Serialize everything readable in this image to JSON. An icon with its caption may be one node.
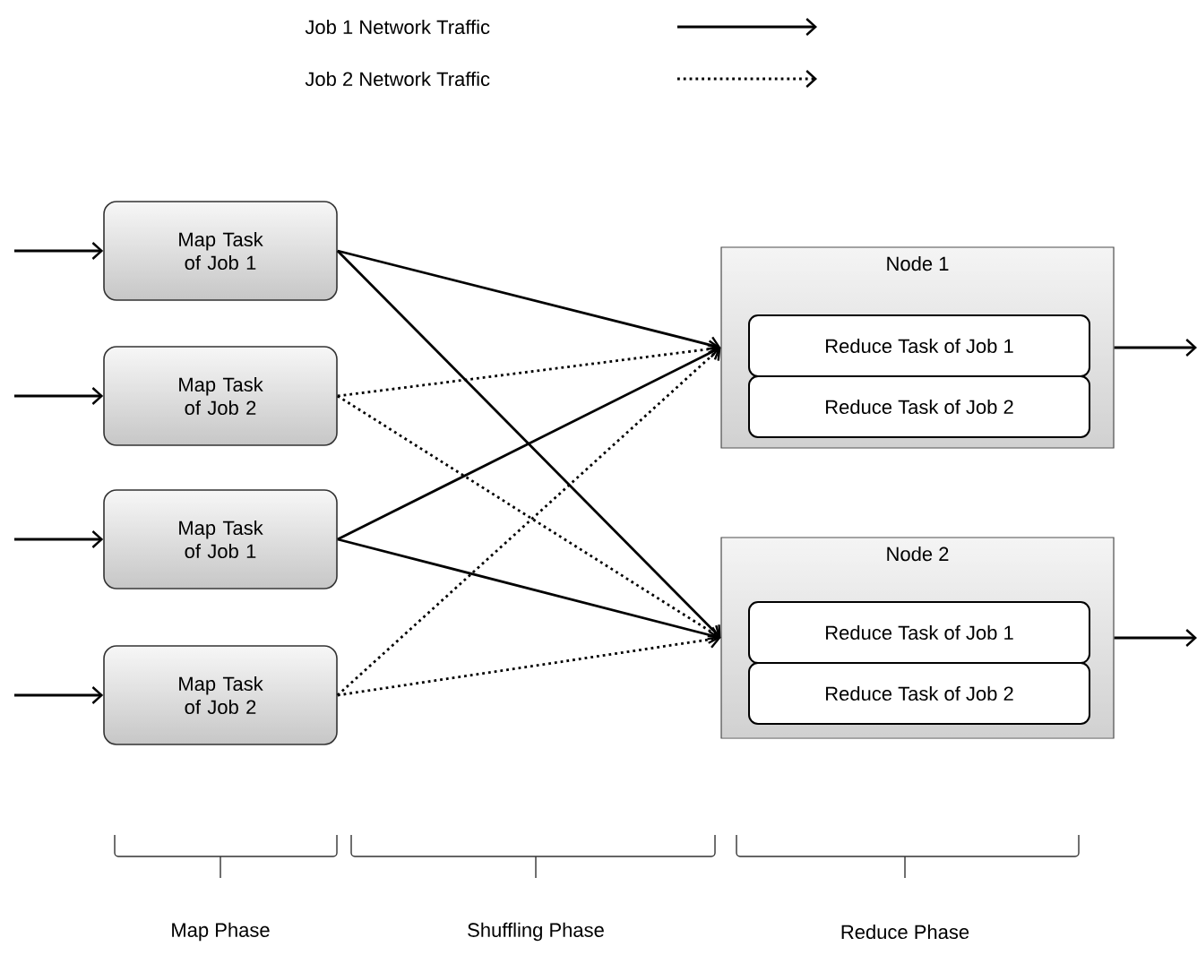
{
  "diagram": {
    "nodes": [
      {
        "text": [
          "Map Task of Job 1"
        ]
      },
      {
        "text": [
          "Map Task of Job 2"
        ]
      },
      {
        "text": [
          "Map Task of Job 1"
        ]
      },
      {
        "text": [
          "Map Task of Job 2"
        ]
      },
      {
        "text": [
          "Node 1"
        ]
      },
      {
        "text": [
          "Reduce Task of Job 1"
        ],
        "in": 4
      },
      {
        "text": [
          "Reduce Task of Job 2"
        ],
        "in": 4
      },
      {
        "text": [
          "Node 2"
        ]
      },
      {
        "text": [
          "Reduce Task of Job 1"
        ],
        "in": 7
      },
      {
        "text": [
          "Reduce Task of Job 2"
        ],
        "in": 7
      }
    ],
    "edges": [
      {
        "from": null,
        "to": 0,
        "arrow": "to"
      },
      {
        "from": null,
        "to": 1,
        "arrow": "to"
      },
      {
        "from": null,
        "to": 2,
        "arrow": "to"
      },
      {
        "from": null,
        "to": 3,
        "arrow": "to"
      },
      {
        "from": 0,
        "to": 4,
        "arrow": "to"
      },
      {
        "from": 0,
        "to": 7,
        "arrow": "to"
      },
      {
        "from": 1,
        "to": 4,
        "arrow": "to",
        "style": "dashed"
      },
      {
        "from": 1,
        "to": 7,
        "arrow": "to",
        "style": "dashed"
      },
      {
        "from": 2,
        "to": 4,
        "arrow": "to"
      },
      {
        "from": 2,
        "to": 7,
        "arrow": "to"
      },
      {
        "from": 3,
        "to": 4,
        "arrow": "to",
        "style": "dashed"
      },
      {
        "from": 3,
        "to": 7,
        "arrow": "to",
        "style": "dashed"
      },
      {
        "from": 4,
        "to": null,
        "arrow": "to"
      },
      {
        "from": 7,
        "to": null,
        "arrow": "to"
      }
    ],
    "labels": [
      "Map Phase",
      "Shuffling Phase",
      "Reduce Phase"
    ],
    "legend": [
      {
        "text": "Job 1 Network Traffic"
      },
      {
        "text": "Job 2 Network Traffic"
      }
    ]
  }
}
